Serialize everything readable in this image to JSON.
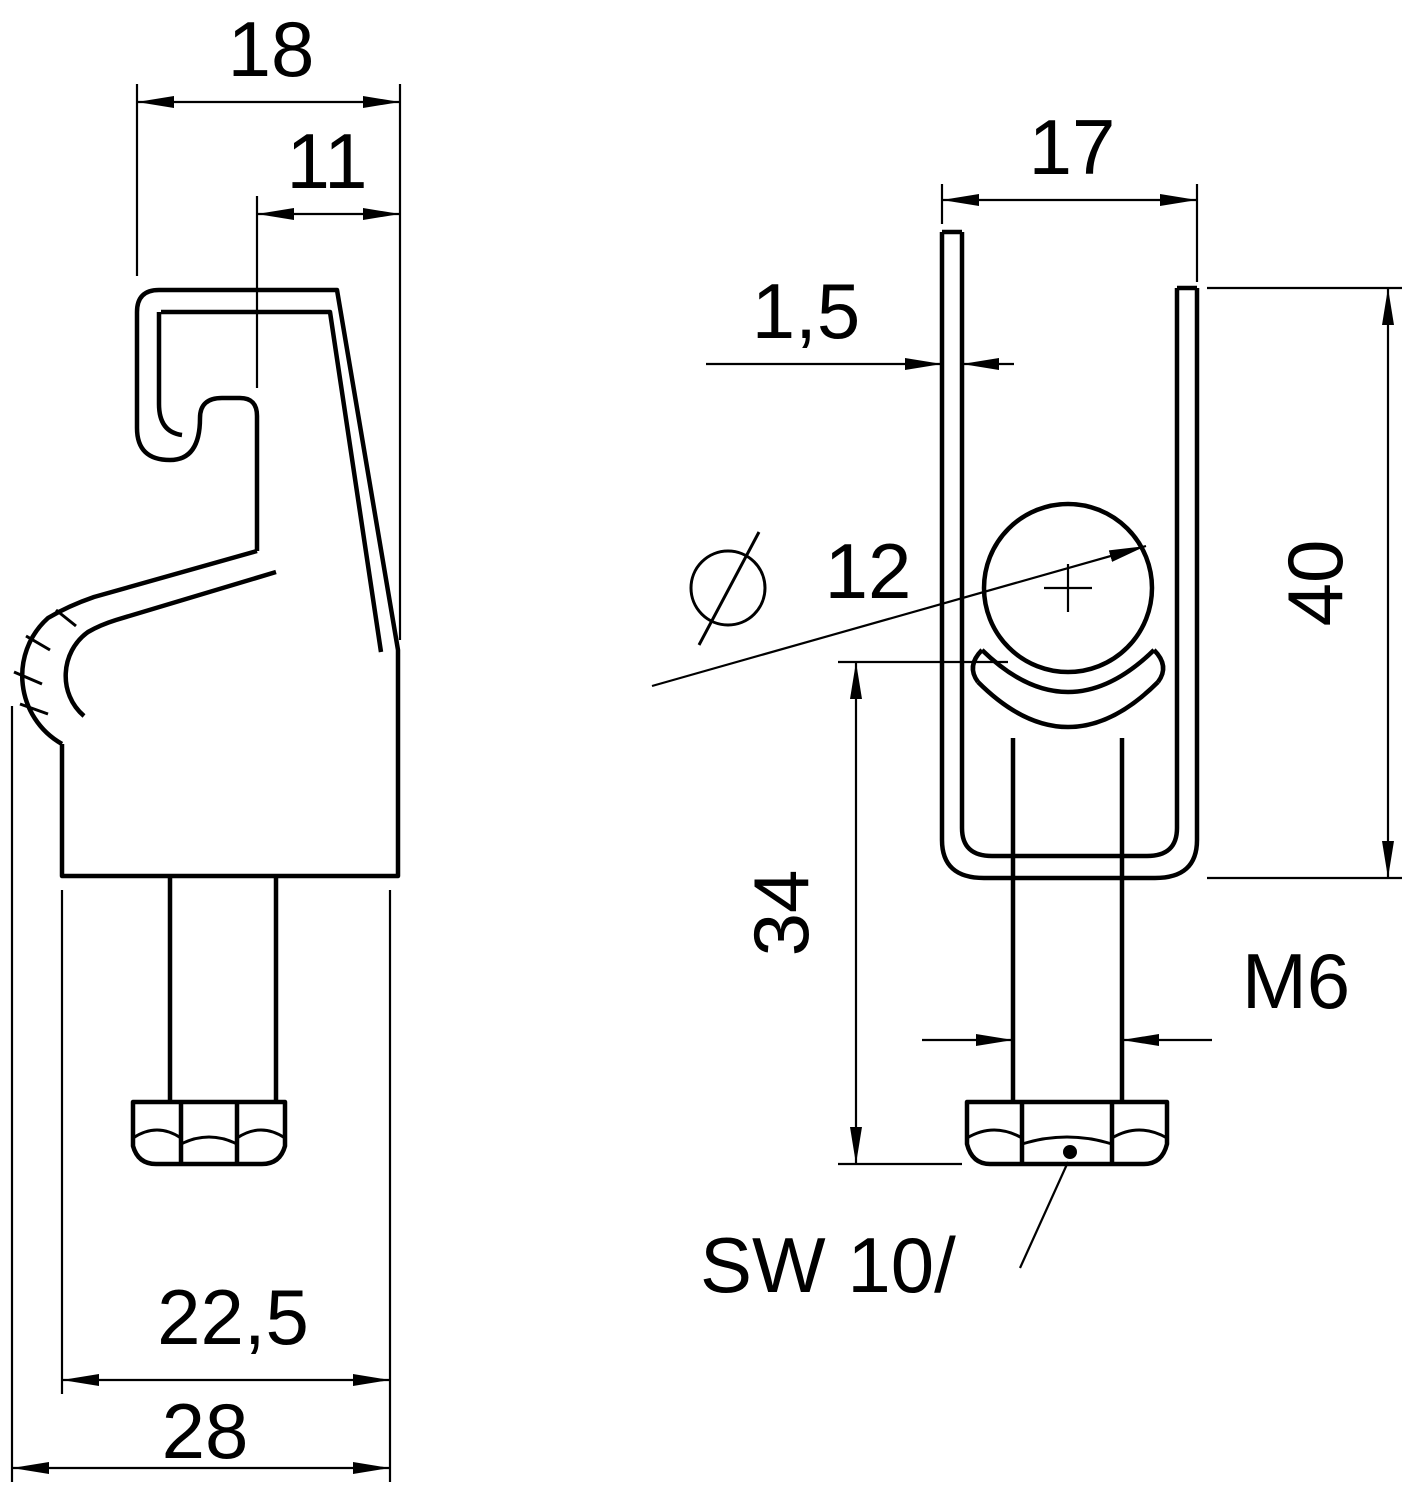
{
  "drawing": {
    "type": "technical-dimension-drawing",
    "line_color": "#000000",
    "background_color": "#ffffff",
    "side_view": {
      "dim_top_width": "18",
      "dim_hook_depth": "11",
      "dim_inner_width": "22,5",
      "dim_total_width": "28"
    },
    "front_view": {
      "dim_channel_width": "17",
      "dim_material_thickness": "1,5",
      "dim_clamp_diameter": "12",
      "dim_side_height": "40",
      "dim_bolt_length": "34",
      "dim_thread_size": "M6",
      "dim_wrench_size": "SW 10/"
    }
  }
}
